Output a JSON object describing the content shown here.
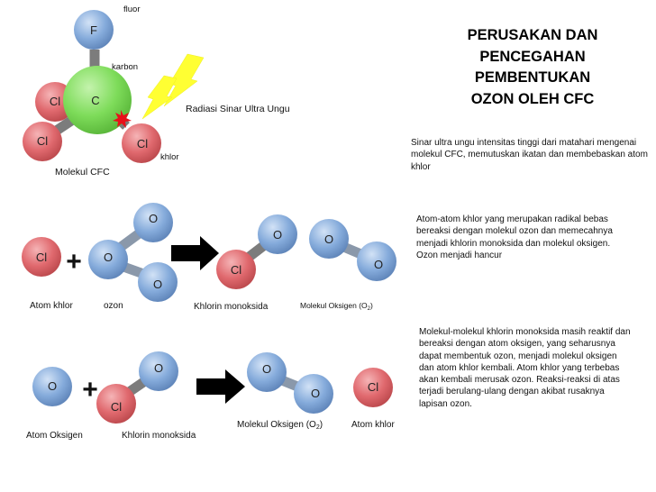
{
  "title_lines": [
    "PERUSAKAN DAN",
    "PENCEGAHAN",
    "PEMBENTUKAN",
    "OZON OLEH CFC"
  ],
  "paragraphs": {
    "p1": "Sinar ultra ungu intensitas tinggi dari matahari mengenai molekul CFC, memutuskan ikatan dan membebaskan atom khlor",
    "p2": "Atom-atom khlor yang merupakan radikal bebas bereaksi dengan molekul ozon dan memecahnya menjadi khlorin monoksida dan molekul oksigen. Ozon menjadi hancur",
    "p3": "Molekul-molekul khlorin monoksida masih reaktif dan bereaksi dengan atom oksigen, yang seharusnya dapat membentuk ozon, menjadi molekul oksigen dan atom khlor kembali. Atom khlor yang terbebas akan kembali merusak ozon. Reaksi-reaksi di atas terjadi berulang-ulang dengan akibat rusaknya lapisan ozon."
  },
  "cfc": {
    "fluor_label": "fluor",
    "karbon_label": "karbon",
    "khlor_label": "khlor",
    "uv_label": "Radiasi Sinar Ultra Ungu",
    "molecule_label": "Molekul CFC",
    "atom_F": "F",
    "atom_C": "C",
    "atom_Cl": "Cl"
  },
  "reaction1": {
    "label_atom_khlor": "Atom khlor",
    "label_ozon": "ozon",
    "label_khlorin_monoksida": "Khlorin monoksida",
    "label_molekul_oksigen": "Molekul Oksigen (O",
    "subscript": "2",
    "label_close": ")",
    "plus": "+"
  },
  "reaction2": {
    "label_atom_oksigen": "Atom Oksigen",
    "label_khlorin_monoksida": "Khlorin monoksida",
    "label_molekul_oksigen": "Molekul Oksigen (O",
    "subscript": "2",
    "label_close": ")",
    "label_atom_khlor": "Atom khlor",
    "plus": "+"
  },
  "atom_symbols": {
    "O": "O",
    "Cl": "Cl"
  },
  "colors": {
    "chlorine": "#e06a6e",
    "oxygen": "#7ea6d8",
    "fluorine": "#7ea6d8",
    "carbon": "#7edc5a",
    "bond": "#888888",
    "lightning": "#ffff33",
    "arrow": "#000000"
  }
}
